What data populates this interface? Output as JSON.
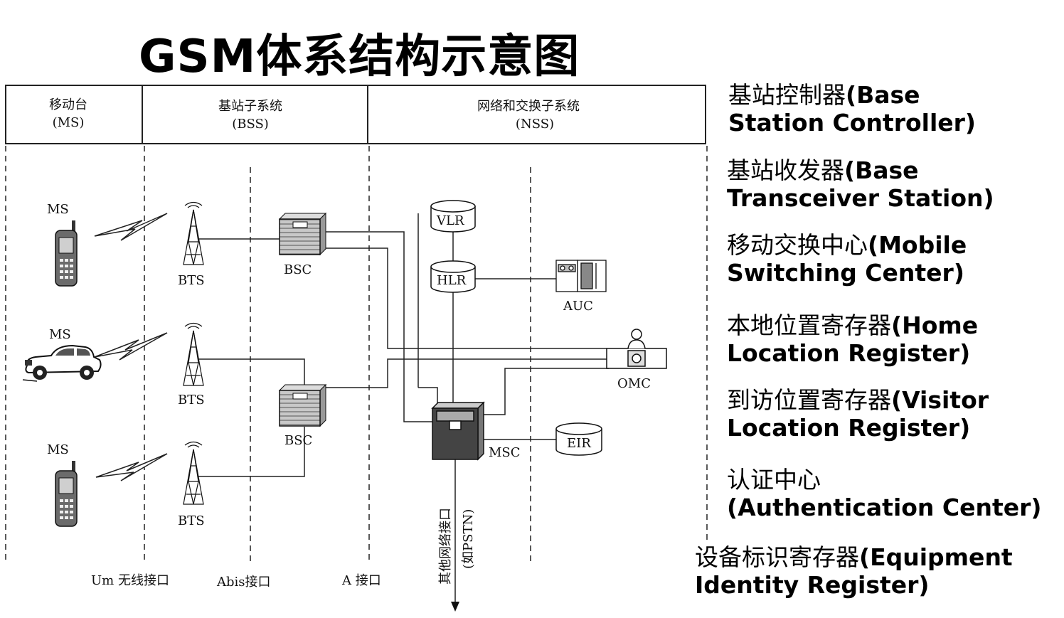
{
  "title": "GSM体系结构示意图",
  "sections": [
    {
      "cn": "移动台",
      "abbr": "(MS)"
    },
    {
      "cn": "基站子系统",
      "abbr": "(BSS)"
    },
    {
      "cn": "网络和交换子系统",
      "abbr": "(NSS)"
    }
  ],
  "devices": {
    "ms1": "MS",
    "ms2": "MS",
    "ms3": "MS",
    "bts1": "BTS",
    "bts2": "BTS",
    "bts3": "BTS",
    "bsc1": "BSC",
    "bsc2": "BSC",
    "vlr": "VLR",
    "hlr": "HLR",
    "auc": "AUC",
    "omc": "OMC",
    "msc": "MSC",
    "eir": "EIR"
  },
  "interfaces": {
    "um": "Um 无线接口",
    "abis": "Abis接口",
    "a": "A 接口",
    "external_1": "其他网络接口",
    "external_2": "(如PSTN)"
  },
  "legend": [
    {
      "cn": "基站控制器",
      "en1": "(Base",
      "en2": "Station Controller)"
    },
    {
      "cn": "基站收发器",
      "en1": "(Base",
      "en2": "Transceiver Station)"
    },
    {
      "cn": "移动交换中心",
      "en1": "(Mobile",
      "en2": "Switching Center)"
    },
    {
      "cn": "本地位置寄存器",
      "en1": "(Home",
      "en2": "Location Register)"
    },
    {
      "cn": "到访位置寄存器",
      "en1": "(Visitor",
      "en2": "Location Register)"
    },
    {
      "cn": "认证中心",
      "en1": "",
      "en2": "(Authentication Center)"
    },
    {
      "cn": "设备标识寄存器",
      "en1": "(Equipment",
      "en2": "Identity Register)"
    }
  ]
}
